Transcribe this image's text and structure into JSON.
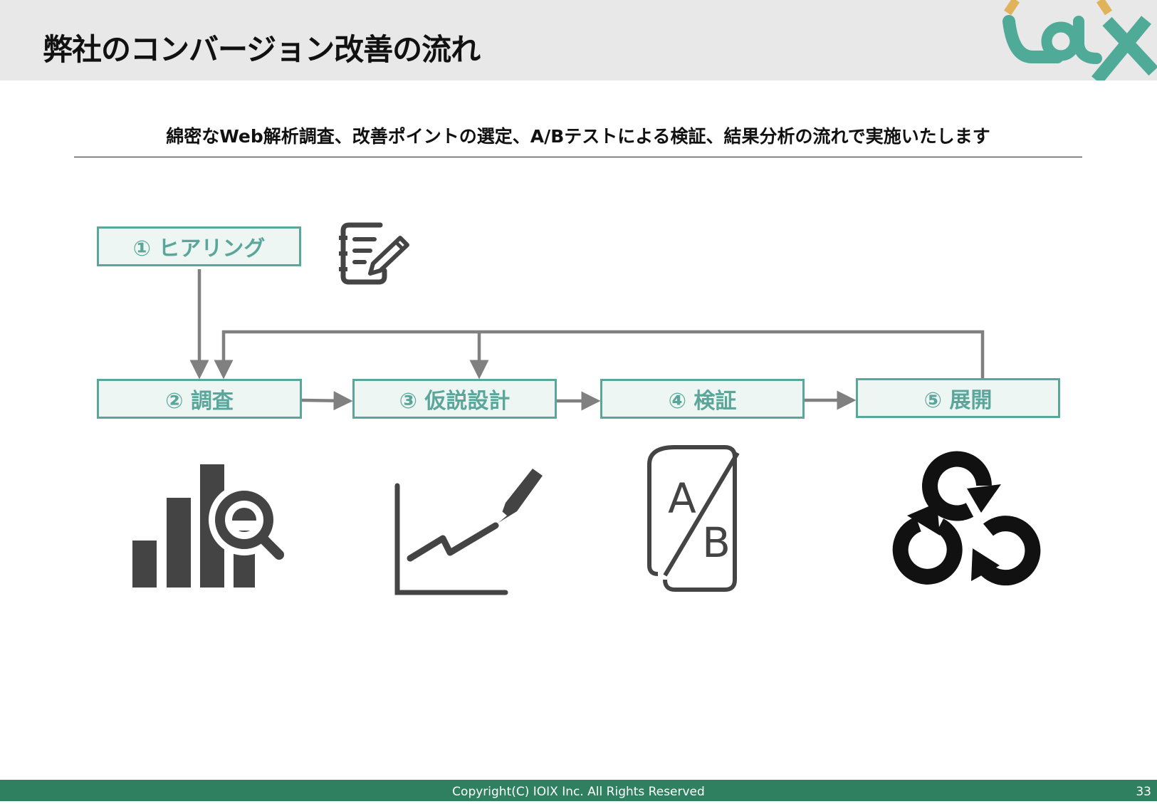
{
  "header": {
    "title": "弊社のコンバージョン改善の流れ",
    "logo_text": "IOIX"
  },
  "subtitle": "綿密なWeb解析調査、改善ポイントの選定、A/Bテストによる検証、結果分析の流れで実施いたします",
  "steps": [
    {
      "label": "① ヒアリング"
    },
    {
      "label": "② 調査"
    },
    {
      "label": "③ 仮説設計"
    },
    {
      "label": "④ 検証"
    },
    {
      "label": "⑤ 展開"
    }
  ],
  "icons": {
    "step1": "notepad-pencil-icon",
    "step2": "bar-chart-search-icon",
    "step3": "line-chart-pencil-icon",
    "step4": "ab-test-phone-icon",
    "step5": "cycle-arrows-icon",
    "ab_letter_a": "A",
    "ab_letter_b": "B"
  },
  "colors": {
    "accent": "#5ba69a",
    "box_fill": "#eef6f4",
    "arrow": "#808080",
    "icon": "#444444",
    "footer": "#2e8060",
    "logo_gold": "#e0b35a",
    "logo_teal": "#4faa98"
  },
  "footer": {
    "copyright": "Copyright(C) IOIX Inc. All Rights Reserved",
    "page_number": "33"
  }
}
